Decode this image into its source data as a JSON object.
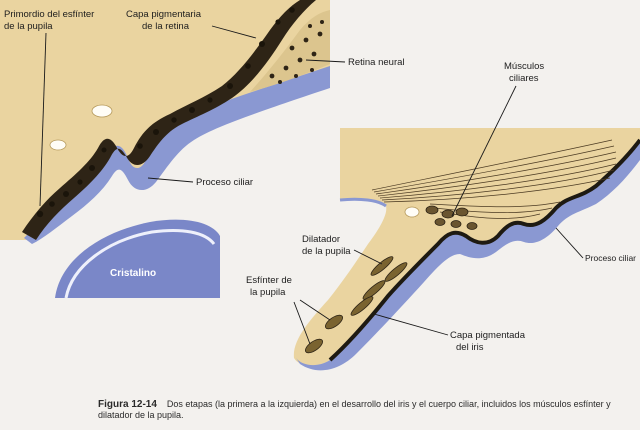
{
  "colors": {
    "mesenchyme": "#ead4a0",
    "neural_blue": "#8a98d2",
    "pigment": "#2e2416",
    "lens": "#7a87c8",
    "background": "#f3f1ee"
  },
  "left_panel": {
    "labels": {
      "primordium": [
        "Primordio del esfínter",
        "de la pupila"
      ],
      "pigment_layer": [
        "Capa pigmentaria",
        "de la retina"
      ],
      "neural_retina": "Retina neural",
      "ciliary_process": "Proceso ciliar",
      "lens": "Cristalino"
    }
  },
  "right_panel": {
    "labels": {
      "ciliary_muscles": [
        "Músculos",
        "ciliares"
      ],
      "dilator": [
        "Dilatador",
        "de la pupila"
      ],
      "sphincter": [
        "Esfínter de",
        "la pupila"
      ],
      "iris_pigment": [
        "Capa pigmentada",
        "del iris"
      ],
      "ciliary_process": "Proceso ciliar"
    }
  },
  "caption": {
    "figure_id": "Figura 12-14",
    "text": "Dos etapas (la primera a la izquierda) en el desarrollo del iris y el cuerpo ciliar, incluidos los músculos esfínter y dilatador de la pupila."
  }
}
